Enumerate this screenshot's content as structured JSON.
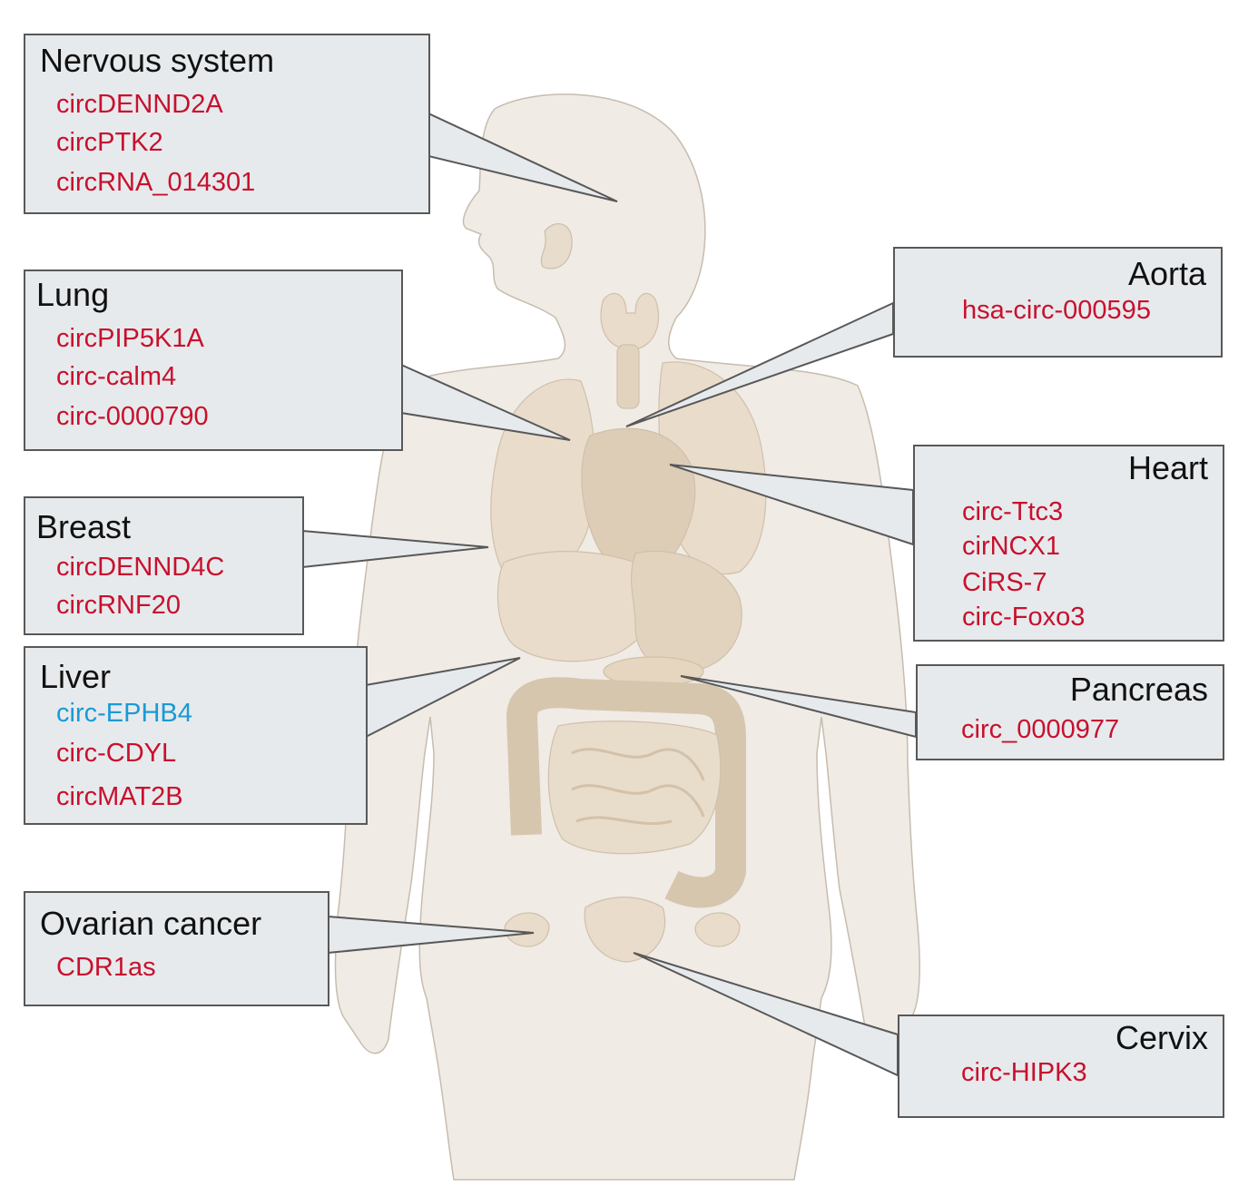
{
  "colors": {
    "default_item": "#c8102e",
    "highlight_item": "#1a9ad6",
    "box_fill": "#e7eaec",
    "box_border": "#585858",
    "body": "#f0ebe5",
    "organ": "#e9dccb",
    "organ_dark": "#ddcdb7"
  },
  "callouts": [
    {
      "key": "nervous",
      "title": "Nervous system",
      "items": [
        {
          "text": "circDENND2A",
          "color": "default"
        },
        {
          "text": "circPTK2",
          "color": "default"
        },
        {
          "text": "circRNA_014301",
          "color": "default"
        }
      ]
    },
    {
      "key": "lung",
      "title": "Lung",
      "items": [
        {
          "text": "circPIP5K1A",
          "color": "default"
        },
        {
          "text": "circ-calm4",
          "color": "default"
        },
        {
          "text": "circ-0000790",
          "color": "default"
        }
      ]
    },
    {
      "key": "breast",
      "title": "Breast",
      "items": [
        {
          "text": "circDENND4C",
          "color": "default"
        },
        {
          "text": "circRNF20",
          "color": "default"
        }
      ]
    },
    {
      "key": "liver",
      "title": "Liver",
      "items": [
        {
          "text": "circ-EPHB4",
          "color": "highlight"
        },
        {
          "text": "circ-CDYL",
          "color": "default"
        },
        {
          "text": "circMAT2B",
          "color": "default"
        }
      ]
    },
    {
      "key": "ovarian",
      "title": "Ovarian cancer",
      "items": [
        {
          "text": "CDR1as",
          "color": "default"
        }
      ]
    },
    {
      "key": "aorta",
      "title": "Aorta",
      "items": [
        {
          "text": "hsa-circ-000595",
          "color": "default"
        }
      ]
    },
    {
      "key": "heart",
      "title": "Heart",
      "items": [
        {
          "text": "circ-Ttc3",
          "color": "default"
        },
        {
          "text": "cirNCX1",
          "color": "default"
        },
        {
          "text": "CiRS-7",
          "color": "default"
        },
        {
          "text": "circ-Foxo3",
          "color": "default"
        }
      ]
    },
    {
      "key": "pancreas",
      "title": "Pancreas",
      "items": [
        {
          "text": "circ_0000977",
          "color": "default"
        }
      ]
    },
    {
      "key": "cervix",
      "title": "Cervix",
      "items": [
        {
          "text": "circ-HIPK3",
          "color": "default"
        }
      ]
    }
  ]
}
